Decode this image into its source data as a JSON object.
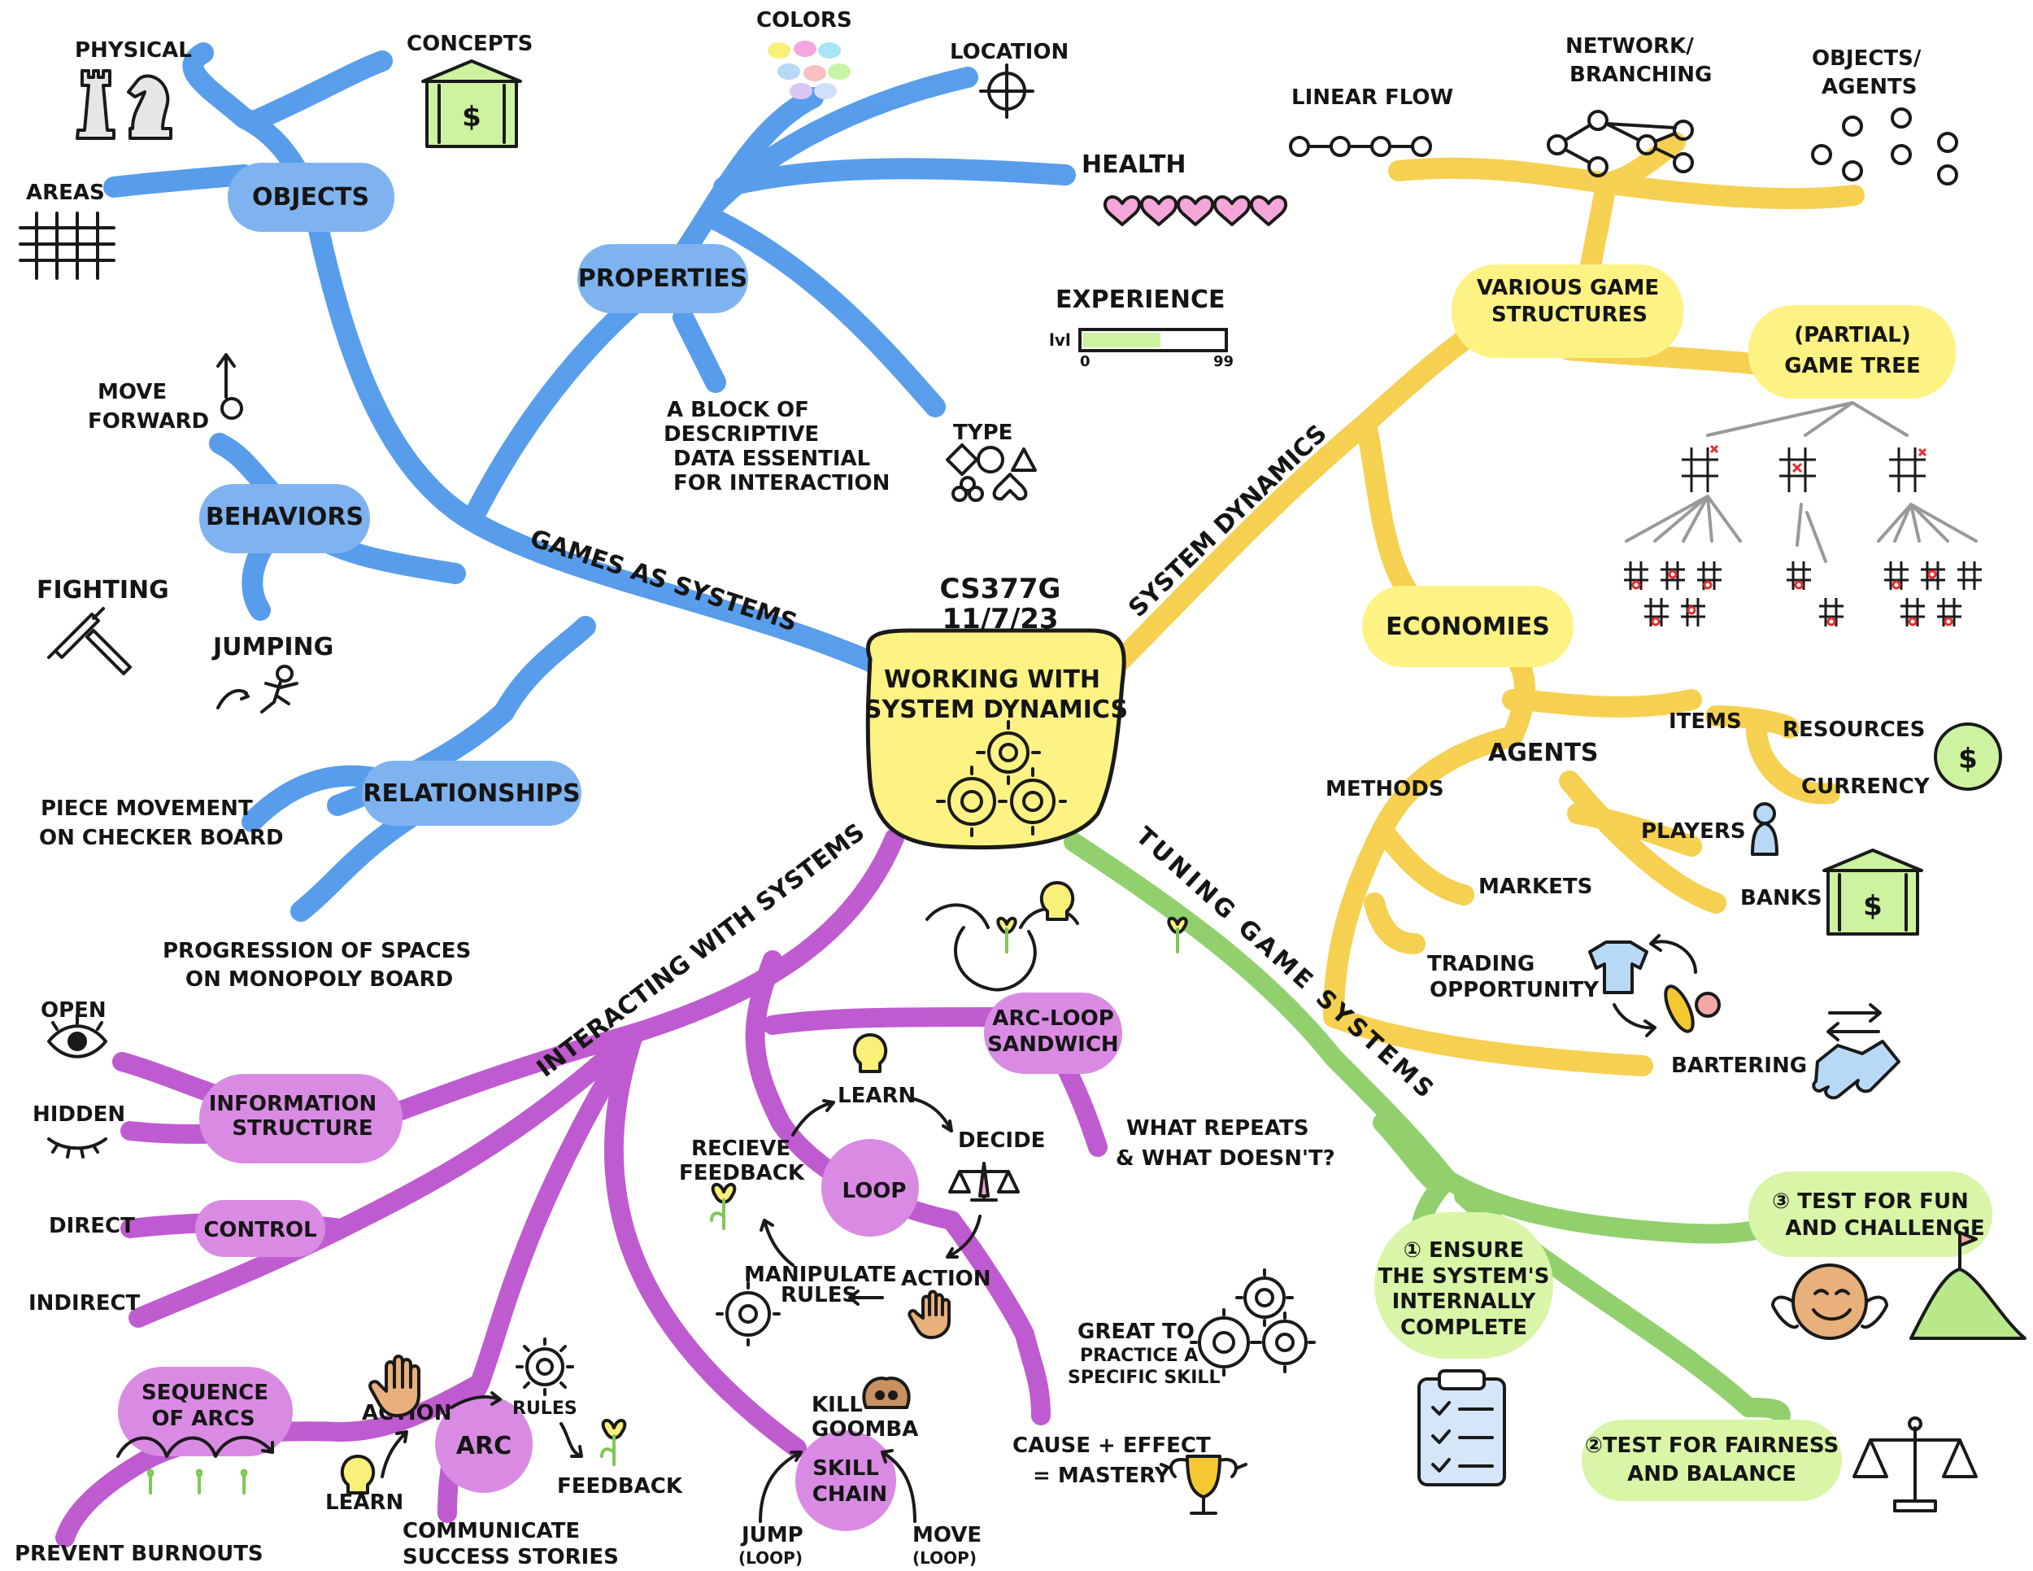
{
  "colors": {
    "blue": "#3b8de8",
    "blue_node": "#7fb3f0",
    "yellow": "#f5c832",
    "yellow_node": "#fdf384",
    "purple": "#b43fc8",
    "purple_node": "#d98be3",
    "green": "#7ec854",
    "green_node": "#d9f5a8",
    "center": "#fdf384"
  },
  "center": {
    "course": "CS377G",
    "date": "11/7/23",
    "title_line1": "WORKING WITH",
    "title_line2": "SYSTEM DYNAMICS"
  },
  "branches": {
    "games_as_systems": "GAMES AS SYSTEMS",
    "system_dynamics": "SYSTEM DYNAMICS",
    "tuning_game_systems": "TUNING GAME SYSTEMS",
    "interacting_with_systems": "INTERACTING WITH SYSTEMS"
  },
  "games": {
    "objects": "OBJECTS",
    "physical": "PHYSICAL",
    "concepts": "CONCEPTS",
    "areas": "AREAS",
    "properties": "PROPERTIES",
    "colors": "COLORS",
    "location": "LOCATION",
    "health": "HEALTH",
    "experience": "EXPERIENCE",
    "xp_lvl": "lvl",
    "xp_min": "0",
    "xp_max": "99",
    "xp_fill": 0.55,
    "type": "TYPE",
    "block_1": "A BLOCK OF",
    "block_2": "DESCRIPTIVE",
    "block_3": "DATA ESSENTIAL",
    "block_4": "FOR INTERACTION",
    "behaviors": "BEHAVIORS",
    "move_1": "MOVE",
    "move_2": "FORWARD",
    "fighting": "FIGHTING",
    "jumping": "JUMPING",
    "relationships": "RELATIONSHIPS",
    "piece_1": "PIECE MOVEMENT",
    "piece_2": "ON CHECKER BOARD",
    "prog_1": "PROGRESSION OF SPACES",
    "prog_2": "ON MONOPOLY BOARD",
    "dollar": "$"
  },
  "dynamics": {
    "linear_flow": "LINEAR FLOW",
    "network_1": "NETWORK/",
    "network_2": "BRANCHING",
    "objects_1": "OBJECTS/",
    "objects_2": "AGENTS",
    "structures_1": "VARIOUS GAME",
    "structures_2": "STRUCTURES",
    "tree_1": "(PARTIAL)",
    "tree_2": "GAME TREE",
    "economies": "ECONOMIES",
    "items": "ITEMS",
    "resources": "RESOURCES",
    "currency": "CURRENCY",
    "agents": "AGENTS",
    "players": "PLAYERS",
    "banks": "BANKS",
    "methods": "METHODS",
    "markets": "MARKETS",
    "trading_1": "TRADING",
    "trading_2": "OPPORTUNITY",
    "bartering": "BARTERING",
    "dollar": "$"
  },
  "tuning": {
    "ensure_1": "① ENSURE",
    "ensure_2": "THE SYSTEM'S",
    "ensure_3": "INTERNALLY",
    "ensure_4": "COMPLETE",
    "fairness_1": "②TEST FOR FAIRNESS",
    "fairness_2": "AND BALANCE",
    "fun_1": "③ TEST FOR FUN",
    "fun_2": "AND CHALLENGE"
  },
  "interacting": {
    "info_1": "INFORMATION",
    "info_2": "STRUCTURE",
    "open": "OPEN",
    "hidden": "HIDDEN",
    "control": "CONTROL",
    "direct": "DIRECT",
    "indirect": "INDIRECT",
    "sequence_1": "SEQUENCE",
    "sequence_2": "OF ARCS",
    "prevent": "PREVENT BURNOUTS",
    "arc": "ARC",
    "arc_action": "ACTION",
    "arc_rules": "RULES",
    "arc_learn": "LEARN",
    "arc_feedback": "FEEDBACK",
    "communicate_1": "COMMUNICATE",
    "communicate_2": "SUCCESS STORIES",
    "loop": "LOOP",
    "loop_learn": "LEARN",
    "loop_decide": "DECIDE",
    "loop_recieve_1": "RECIEVE",
    "loop_recieve_2": "FEEDBACK",
    "loop_manip_1": "MANIPULATE",
    "loop_manip_2": "RULES",
    "loop_action": "ACTION",
    "arcloop_1": "ARC-LOOP",
    "arcloop_2": "SANDWICH",
    "repeats_1": "WHAT REPEATS",
    "repeats_2": "& WHAT DOESN'T?",
    "great_1": "GREAT TO",
    "great_2": "PRACTICE A",
    "great_3": "SPECIFIC SKILL",
    "cause_1": "CAUSE + EFFECT",
    "cause_2": "= MASTERY",
    "skill_1": "SKILL",
    "skill_2": "CHAIN",
    "kill_1": "KILL",
    "kill_2": "GOOMBA",
    "jump_1": "JUMP",
    "jump_2": "(LOOP)",
    "move_1": "MOVE",
    "move_2": "(LOOP)"
  }
}
